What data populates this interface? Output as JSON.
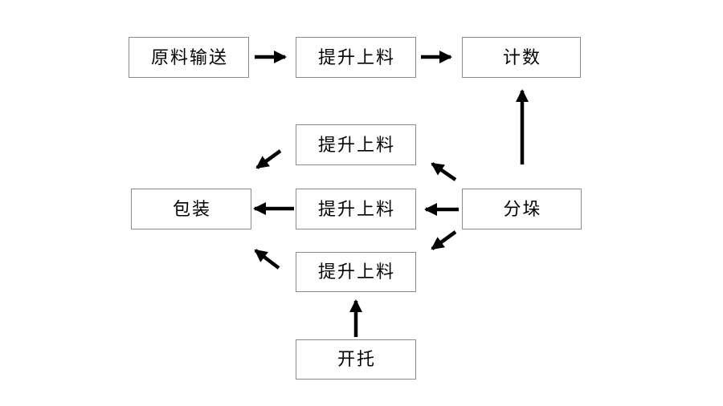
{
  "diagram": {
    "type": "flowchart",
    "background_color": "#ffffff",
    "box_border_color": "#8c8c8c",
    "box_fill_color": "#ffffff",
    "text_color": "#000000",
    "arrow_color": "#000000",
    "nodes": [
      {
        "id": "raw-material-conveying",
        "label": "原料输送"
      },
      {
        "id": "lifting-feeding-top",
        "label": "提升上料"
      },
      {
        "id": "counting",
        "label": "计数"
      },
      {
        "id": "lifting-feeding-upper",
        "label": "提升上料"
      },
      {
        "id": "packaging",
        "label": "包装"
      },
      {
        "id": "lifting-feeding-middle",
        "label": "提升上料"
      },
      {
        "id": "destacking",
        "label": "分垛"
      },
      {
        "id": "lifting-feeding-lower",
        "label": "提升上料"
      },
      {
        "id": "pallet-opening",
        "label": "开托"
      }
    ],
    "edges": [
      {
        "from": "raw-material-conveying",
        "to": "lifting-feeding-top"
      },
      {
        "from": "lifting-feeding-top",
        "to": "counting"
      },
      {
        "from": "destacking",
        "to": "counting"
      },
      {
        "from": "destacking",
        "to": "lifting-feeding-upper"
      },
      {
        "from": "destacking",
        "to": "lifting-feeding-middle"
      },
      {
        "from": "destacking",
        "to": "lifting-feeding-lower"
      },
      {
        "from": "lifting-feeding-upper",
        "to": "packaging"
      },
      {
        "from": "lifting-feeding-middle",
        "to": "packaging"
      },
      {
        "from": "lifting-feeding-lower",
        "to": "packaging"
      },
      {
        "from": "pallet-opening",
        "to": "lifting-feeding-lower"
      }
    ]
  }
}
